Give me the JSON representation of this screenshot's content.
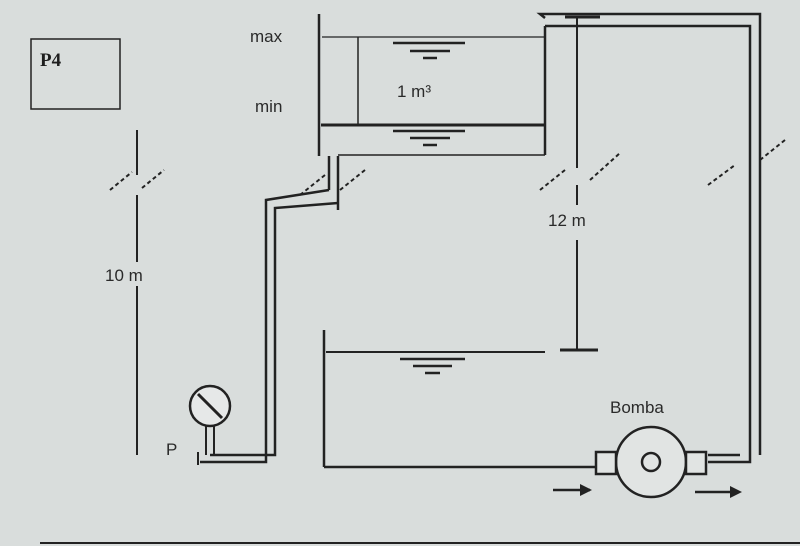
{
  "problem_label": "P4",
  "tank_upper": {
    "max_label": "max",
    "min_label": "min",
    "volume_label": "1 m³"
  },
  "height_left_label": "10 m",
  "height_right_label": "12 m",
  "gauge_label": "P",
  "pump_label": "Bomba",
  "colors": {
    "background": "#d9dddc",
    "ink": "#1e1e1e"
  }
}
